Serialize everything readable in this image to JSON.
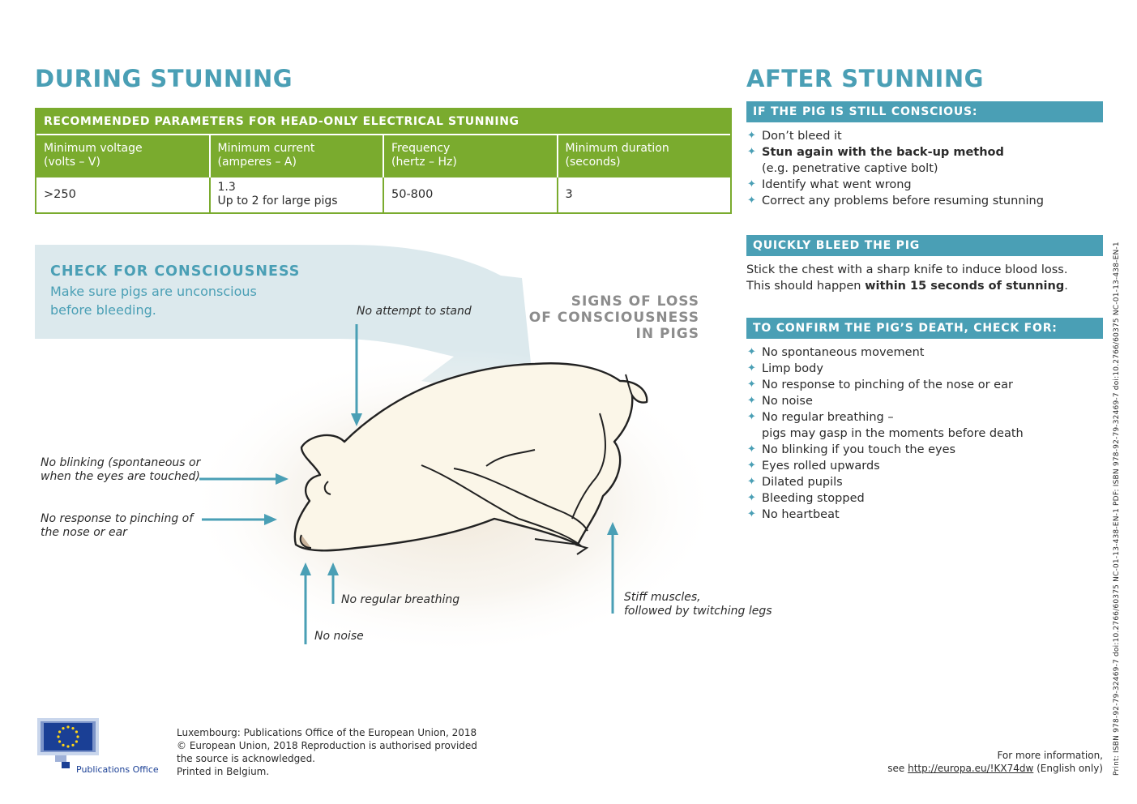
{
  "during": {
    "title": "DURING STUNNING",
    "table": {
      "heading": "RECOMMENDED PARAMETERS FOR HEAD-ONLY ELECTRICAL STUNNING",
      "columns": [
        "Minimum voltage\n(volts – V)",
        "Minimum current\n(amperes – A)",
        "Frequency\n(hertz – Hz)",
        "Minimum duration\n(seconds)"
      ],
      "values": [
        ">250",
        "1.3\nUp to 2 for large pigs",
        "50-800",
        "3"
      ]
    }
  },
  "check": {
    "title": "CHECK FOR CONSCIOUSNESS",
    "subtitle": "Make sure pigs are unconscious\nbefore bleeding."
  },
  "signs_title": "SIGNS OF LOSS\nOF CONSCIOUSNESS\nIN PIGS",
  "labels": {
    "no_stand": "No attempt to stand",
    "no_blinking": "No blinking (spontaneous or\nwhen the eyes are touched)",
    "no_response": "No response to pinching of\nthe nose or ear",
    "no_breathing": "No regular breathing",
    "no_noise": "No noise",
    "stiff": "Stiff muscles,\nfollowed by twitching legs"
  },
  "after": {
    "title": "AFTER STUNNING",
    "conscious": {
      "heading": "IF THE PIG IS STILL CONSCIOUS:",
      "items": [
        {
          "text": "Don’t bleed it",
          "sub": ""
        },
        {
          "text": "Stun again with the back-up method",
          "sub": "(e.g. penetrative captive bolt)"
        },
        {
          "text": "Identify what went wrong",
          "sub": ""
        },
        {
          "text": "Correct any problems before resuming stunning",
          "sub": ""
        }
      ]
    },
    "bleed": {
      "heading": "QUICKLY BLEED THE PIG",
      "line1": "Stick the chest with a sharp knife to induce blood loss.",
      "line2_pre": "This should happen ",
      "line2_bold": "within 15 seconds of stunning",
      "line2_post": "."
    },
    "death": {
      "heading": "TO CONFIRM THE PIG’S DEATH, CHECK FOR:",
      "items": [
        {
          "text": "No spontaneous movement",
          "sub": ""
        },
        {
          "text": "Limp body",
          "sub": ""
        },
        {
          "text": "No response to pinching of the nose or ear",
          "sub": ""
        },
        {
          "text": "No noise",
          "sub": ""
        },
        {
          "text": "No regular breathing –",
          "sub": "pigs may gasp in the moments before death"
        },
        {
          "text": "No blinking if you touch the eyes",
          "sub": ""
        },
        {
          "text": "Eyes rolled upwards",
          "sub": ""
        },
        {
          "text": "Dilated pupils",
          "sub": ""
        },
        {
          "text": "Bleeding stopped",
          "sub": ""
        },
        {
          "text": "No heartbeat",
          "sub": ""
        }
      ]
    }
  },
  "footer": {
    "logo_label": "Publications Office",
    "imprint": "Luxembourg: Publications Office of the European Union, 2018\n© European Union, 2018 Reproduction is authorised provided\nthe source is acknowledged.\nPrinted in Belgium.",
    "more_line1": "For more information,",
    "more_pre": "see ",
    "more_link": "http://europa.eu/!KX74dw",
    "more_post": " (English only)",
    "vertical": "Print: ISBN 978-92-79-32469-7  doi:10.2766/60375  NC-01-13-438-EN-1   PDF: ISBN 978-92-79-32469-7  doi:10.2766/60375  NC-01-13-438-EN-1"
  },
  "colors": {
    "teal": "#4a9fb5",
    "green": "#7aab2e",
    "grey_title": "#8c8c8c",
    "arrow_band": "#dce9ed"
  }
}
